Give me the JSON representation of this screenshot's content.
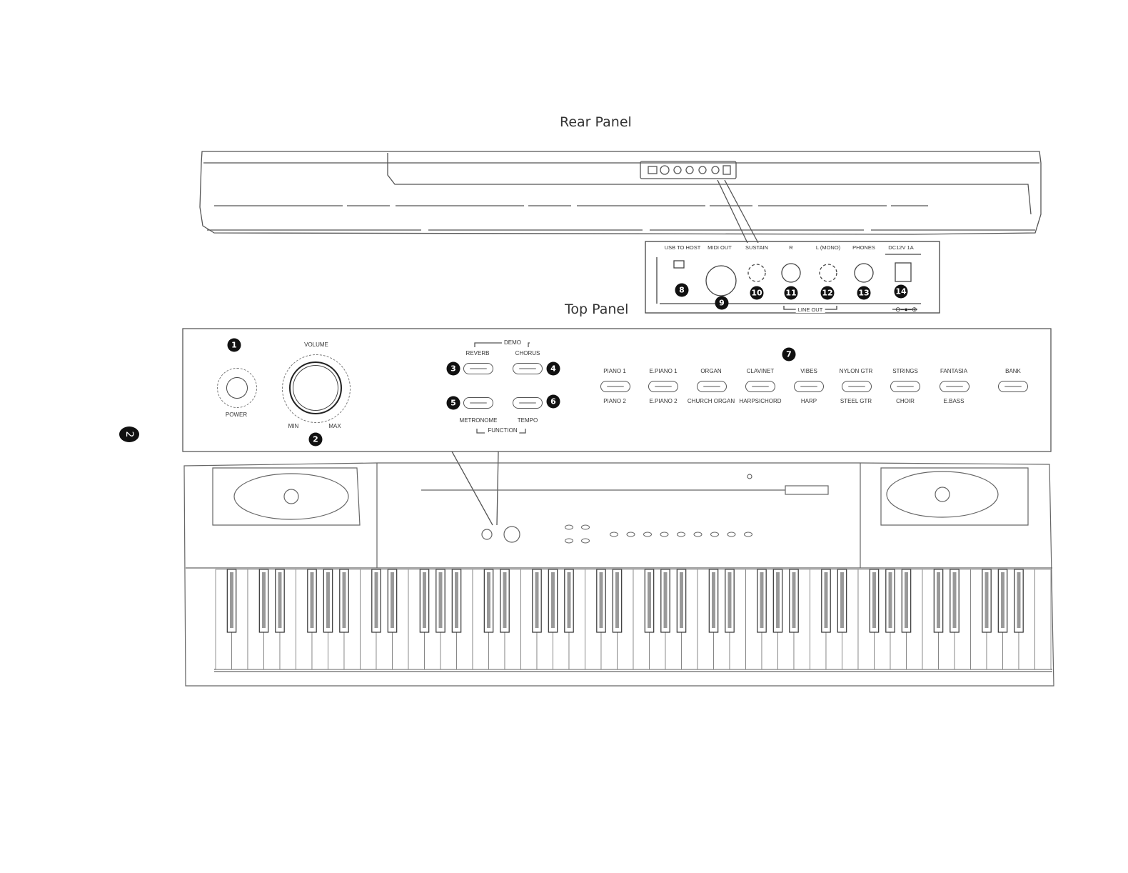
{
  "titles": {
    "rear": "Rear Panel",
    "top": "Top Panel"
  },
  "page_number": "2",
  "rear_jacks": [
    {
      "label": "USB TO HOST",
      "num": "8"
    },
    {
      "label": "MIDI OUT",
      "num": "9"
    },
    {
      "label": "SUSTAIN",
      "num": "10"
    },
    {
      "label": "R",
      "num": "11"
    },
    {
      "label": "L (MONO)",
      "num": "12"
    },
    {
      "label": "PHONES",
      "num": "13"
    },
    {
      "label": "DC12V 1A",
      "num": "14"
    }
  ],
  "line_out_label": "LINE OUT",
  "power": {
    "label": "POWER",
    "num": "1"
  },
  "volume": {
    "label": "VOLUME",
    "min": "MIN",
    "max": "MAX",
    "num": "2"
  },
  "demo_label": "DEMO",
  "function_label": "FUNCTION",
  "effect_buttons": [
    {
      "label": "REVERB",
      "num": "3"
    },
    {
      "label": "CHORUS",
      "num": "4"
    },
    {
      "label": "METRONOME",
      "num": "5"
    },
    {
      "label": "TEMPO",
      "num": "6"
    }
  ],
  "voice_group_num": "7",
  "voices": [
    {
      "top": "PIANO 1",
      "bottom": "PIANO 2"
    },
    {
      "top": "E.PIANO 1",
      "bottom": "E.PIANO 2"
    },
    {
      "top": "ORGAN",
      "bottom": "CHURCH ORGAN"
    },
    {
      "top": "CLAVINET",
      "bottom": "HARPSICHORD"
    },
    {
      "top": "VIBES",
      "bottom": "HARP"
    },
    {
      "top": "NYLON GTR",
      "bottom": "STEEL GTR"
    },
    {
      "top": "STRINGS",
      "bottom": "CHOIR"
    },
    {
      "top": "FANTASIA",
      "bottom": "E.BASS"
    },
    {
      "top": "BANK",
      "bottom": ""
    }
  ],
  "keyboard": {
    "white_keys": 52
  },
  "icons": [
    "power-knob-icon",
    "volume-knob-icon",
    "dc-polarity-icon",
    "speaker-grille-icon"
  ]
}
